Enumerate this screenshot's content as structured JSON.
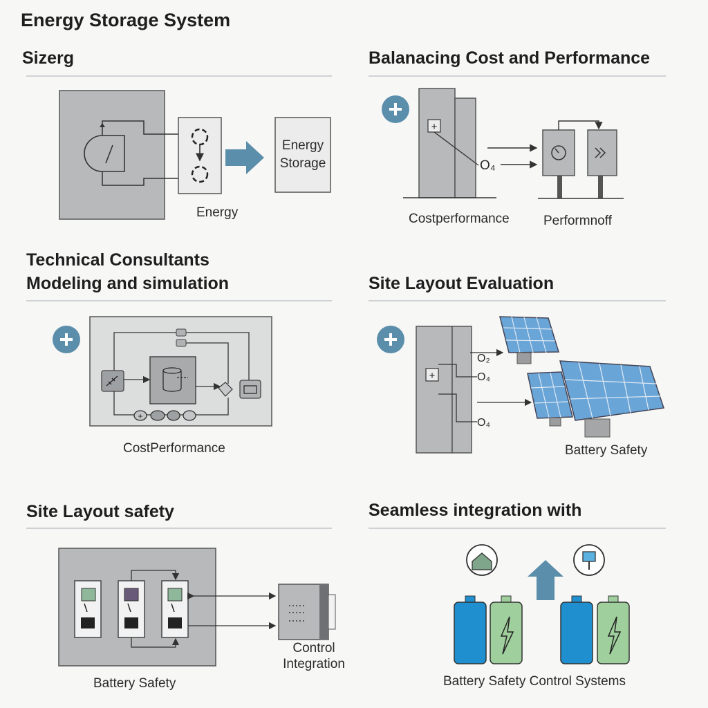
{
  "title": "Energy Storage System",
  "sections": {
    "sizing": {
      "title": "Sizerg",
      "box_label": "Energy\nStorage",
      "caption": "Energy"
    },
    "balancing": {
      "title": "Balanacing Cost and Performance",
      "o_label": "O₄",
      "caption_left": "Costperformance",
      "caption_right": "Performnoff"
    },
    "technical": {
      "title": "Technical Consultants",
      "subtitle": "Modeling and simulation",
      "caption": "CostPerformance"
    },
    "site_eval": {
      "title": "Site Layout Evaluation",
      "o_labels": [
        "O₂",
        "O₄",
        "O₄"
      ],
      "caption": "Battery Safety"
    },
    "site_safety": {
      "title": "Site Layout safety",
      "caption": "Battery Safety",
      "control_label": "Control\nIntegration"
    },
    "integration": {
      "title": "Seamless integration with",
      "caption": "Battery Safety Control Systems"
    }
  },
  "icons": [
    "plus-icon",
    "arrow-right-icon",
    "arrow-up-icon",
    "solar-panel-icon",
    "battery-icon",
    "lightning-icon",
    "house-icon",
    "plug-icon",
    "gauge-icon"
  ],
  "colors": {
    "accent": "#5b8eaa",
    "panel_gray": "#b4b6b8",
    "solar_blue": "#6aa5d8",
    "battery_blue": "#1f8fcf",
    "battery_green": "#9fcf9c"
  }
}
